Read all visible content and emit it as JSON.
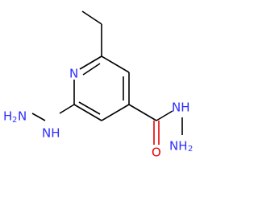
{
  "colors": {
    "carbon_bond": "#000000",
    "nitrogen": "#2d2dff",
    "oxygen": "#e60000",
    "background": "#ffffff"
  },
  "atoms": {
    "ring_n": {
      "element": "N",
      "label": "N"
    },
    "hydrazine_nh_left": {
      "element": "N",
      "label": "NH"
    },
    "hydrazine_nh2_left": {
      "element": "N",
      "label": "H",
      "sub": "2",
      "tail": "N"
    },
    "carbonyl_o": {
      "element": "O",
      "label": "O"
    },
    "amide_nh": {
      "element": "N",
      "label": "NH"
    },
    "amide_nh2": {
      "element": "N",
      "label": "NH",
      "sub": "2"
    }
  }
}
